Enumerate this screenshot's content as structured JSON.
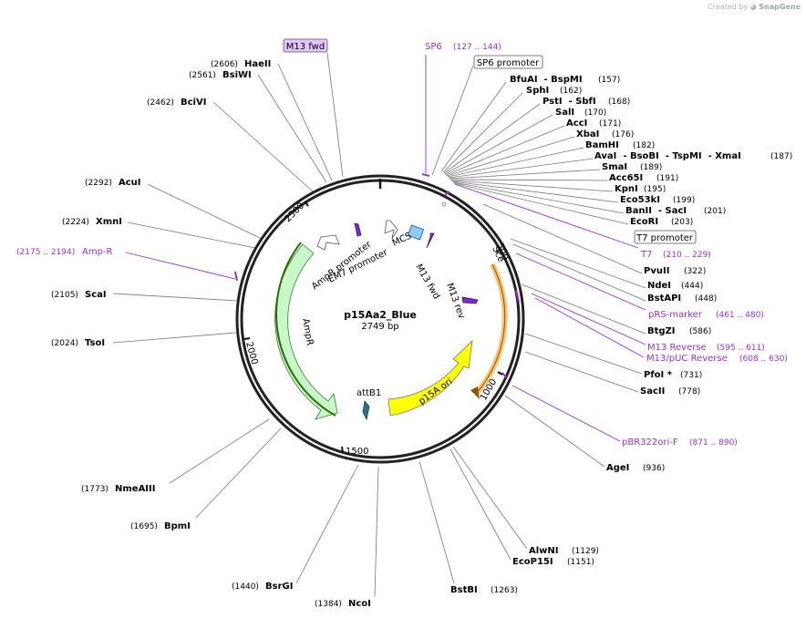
{
  "credit": {
    "prefix": "Created by",
    "brand": "SnapGene"
  },
  "plasmid": {
    "name": "p15Aa2_Blue",
    "length": "2749 bp",
    "bp": 2749
  },
  "colors": {
    "primer": "#9b30d9",
    "ampr": "#c8f7c8",
    "ori": "#ffff00",
    "orf": "#ffb347",
    "promoter": "#ffffff",
    "mcs": "#90caf9"
  },
  "sites": [
    {
      "name": "BfuAI  - BspMI",
      "pos": "(157)"
    },
    {
      "name": "SphI",
      "pos": "(162)"
    },
    {
      "name": "PstI  - SbfI",
      "pos": "(168)"
    },
    {
      "name": "SalI",
      "pos": "(170)"
    },
    {
      "name": "AccI",
      "pos": "(171)"
    },
    {
      "name": "XbaI",
      "pos": "(176)"
    },
    {
      "name": "BamHI",
      "pos": "(182)"
    },
    {
      "name": "AvaI  - BsoBI  - TspMI  - XmaI",
      "pos": "(187)"
    },
    {
      "name": "SmaI",
      "pos": "(189)"
    },
    {
      "name": "Acc65I",
      "pos": "(191)"
    },
    {
      "name": "KpnI",
      "pos": "(195)"
    },
    {
      "name": "Eco53kI",
      "pos": "(199)"
    },
    {
      "name": "BanII  - SacI",
      "pos": "(201)"
    },
    {
      "name": "EcoRI",
      "pos": "(203)"
    },
    {
      "name": "PvuII",
      "pos": "(322)"
    },
    {
      "name": "NdeI",
      "pos": "(444)"
    },
    {
      "name": "BstAPI",
      "pos": "(448)"
    },
    {
      "name": "BtgZI",
      "pos": "(586)"
    },
    {
      "name": "PfoI *",
      "pos": "(731)"
    },
    {
      "name": "SacII",
      "pos": "(778)"
    },
    {
      "name": "AgeI",
      "pos": "(936)"
    },
    {
      "name": "AlwNI",
      "pos": "(1129)"
    },
    {
      "name": "EcoP15I",
      "pos": "(1151)"
    },
    {
      "name": "BstBI",
      "pos": "(1263)"
    },
    {
      "name": "NcoI",
      "pos": "(1384)"
    },
    {
      "name": "BsrGI",
      "pos": "(1440)"
    },
    {
      "name": "BpmI",
      "pos": "(1695)"
    },
    {
      "name": "NmeAIII",
      "pos": "(1773)"
    },
    {
      "name": "TsoI",
      "pos": "(2024)"
    },
    {
      "name": "ScaI",
      "pos": "(2105)"
    },
    {
      "name": "XmnI",
      "pos": "(2224)"
    },
    {
      "name": "AcuI",
      "pos": "(2292)"
    },
    {
      "name": "BciVI",
      "pos": "(2462)"
    },
    {
      "name": "BsiWI",
      "pos": "(2561)"
    },
    {
      "name": "HaeII",
      "pos": "(2606)"
    }
  ],
  "primers": [
    {
      "name": "SP6",
      "pos": "(127 .. 144)"
    },
    {
      "name": "T7",
      "pos": "(210 .. 229)"
    },
    {
      "name": "pRS-marker",
      "pos": "(461 .. 480)"
    },
    {
      "name": "M13 Reverse",
      "pos": "(595 .. 611)"
    },
    {
      "name": "M13/pUC Reverse",
      "pos": "(608 .. 630)"
    },
    {
      "name": "pBR322ori-F",
      "pos": "(871 .. 890)"
    },
    {
      "name": "Amp-R",
      "pos": "(2175 .. 2194)"
    }
  ],
  "boxed_labels": {
    "m13fwd": "M13 fwd",
    "sp6prom": "SP6 promoter",
    "t7prom": "T7 promoter"
  },
  "features": {
    "ampr": "AmpR",
    "ori": "p15A ori",
    "attb1": "attB1",
    "ampr_promoter": "AmpR promoter",
    "em7_promoter": "EM7 promoter",
    "mcs": "MCS",
    "m13fwd": "M13 fwd",
    "m13rev": "M13 rev",
    "orf": "Sce"
  },
  "ticks": [
    "500",
    "1000",
    "1500",
    "2000",
    "2500"
  ]
}
